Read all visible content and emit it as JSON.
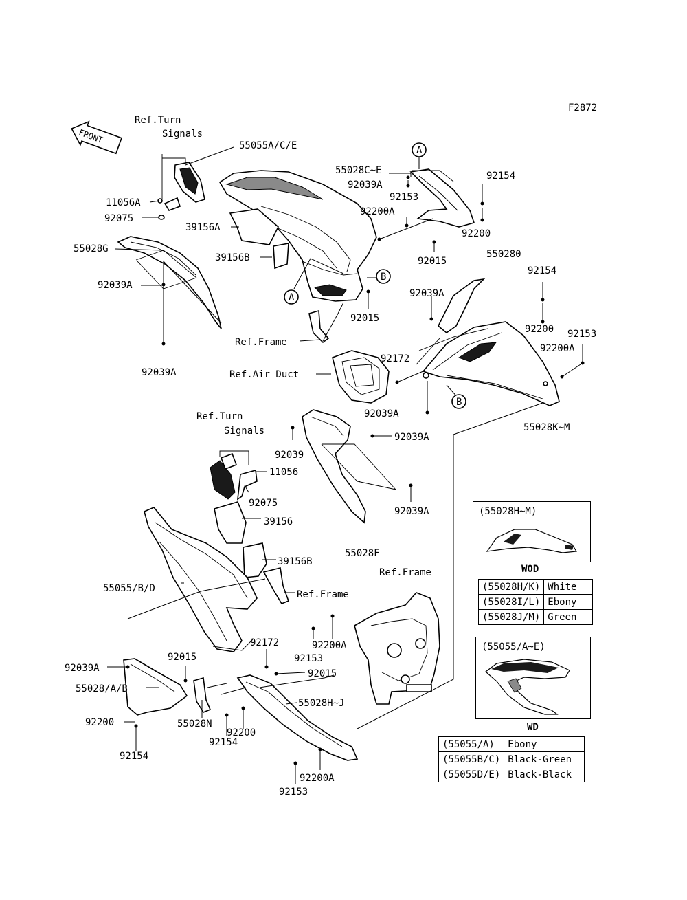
{
  "figure_code": "F2872",
  "front_label": "FRONT",
  "callouts": {
    "A": "A",
    "B": "B"
  },
  "labels": {
    "ref_turn_signals_1a": "Ref.Turn",
    "ref_turn_signals_1b": "Signals",
    "ref_turn_signals_2a": "Ref.Turn",
    "ref_turn_signals_2b": "Signals",
    "ref_frame_1": "Ref.Frame",
    "ref_frame_2": "Ref.Frame",
    "ref_frame_3": "Ref.Frame",
    "ref_air_duct": "Ref.Air Duct",
    "p55055ace": "55055A/C/E",
    "p55028c_e": "55028C~E",
    "p92039a_1": "92039A",
    "p92154_1": "92154",
    "p92153_1": "92153",
    "p11056a": "11056A",
    "p92200a_1": "92200A",
    "p92075_1": "92075",
    "p39156a": "39156A",
    "p92200_1": "92200",
    "p55028g": "55028G",
    "p39156b_1": "39156B",
    "p92015_1": "92015",
    "p92039a_2": "92039A",
    "p550280": "550280",
    "p92154_2": "92154",
    "p92039a_3": "92039A",
    "p92015_2": "92015",
    "p92200_2": "92200",
    "p92153_2": "92153",
    "p92200a_2": "92200A",
    "p92039a_4": "92039A",
    "p92172_1": "92172",
    "p92039a_5": "92039A",
    "p55028k_m": "55028K~M",
    "p92039_1": "92039",
    "p92039a_6": "92039A",
    "p11056": "11056",
    "p92075_2": "92075",
    "p92039a_7": "92039A",
    "p39156": "39156",
    "p55028f": "55028F",
    "p39156b_2": "39156B",
    "p55055bd": "55055/B/D",
    "p92200a_3": "92200A",
    "p92153_3": "92153",
    "p92172_2": "92172",
    "p92015_3": "92015",
    "p92039a_8": "92039A",
    "p92015_4": "92015",
    "p55028ab": "55028/A/B",
    "p55028h_j": "55028H~J",
    "p55028n": "55028N",
    "p92200_3": "92200",
    "p92200_4": "92200",
    "p92154_3": "92154",
    "p92154_4": "92154",
    "p92200a_4": "92200A",
    "p92153_4": "92153"
  },
  "variant_boxes": {
    "wod": {
      "title": "(55028H~M)",
      "label": "WOD"
    },
    "wd": {
      "title": "(55055/A~E)",
      "label": "WD"
    }
  },
  "color_table_1": [
    {
      "part": "(55028H/K)",
      "color": "White"
    },
    {
      "part": "(55028I/L)",
      "color": "Ebony"
    },
    {
      "part": "(55028J/M)",
      "color": "Green"
    }
  ],
  "color_table_2": [
    {
      "part": "(55055/A)",
      "color": "Ebony"
    },
    {
      "part": "(55055B/C)",
      "color": "Black-Green"
    },
    {
      "part": "(55055D/E)",
      "color": "Black-Black"
    }
  ]
}
